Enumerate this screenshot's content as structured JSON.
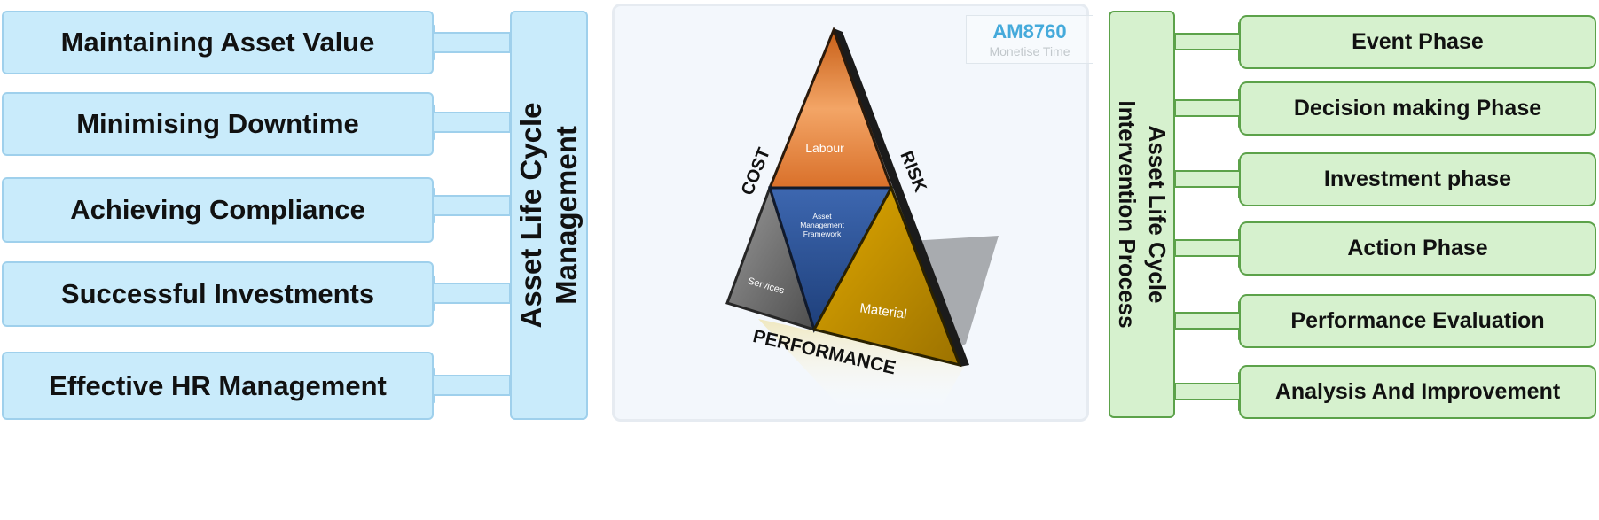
{
  "left_head": {
    "line1": "Asset Life Cycle",
    "line2": "Management"
  },
  "left_items": [
    "Maintaining Asset Value",
    "Minimising Downtime",
    "Achieving Compliance",
    "Successful Investments",
    "Effective HR Management"
  ],
  "right_head": {
    "line1": "Asset Life Cycle",
    "line2": "Intervention Process"
  },
  "right_items": [
    "Event Phase",
    "Decision making Phase",
    "Investment phase",
    "Action Phase",
    "Performance Evaluation",
    "Analysis And Improvement"
  ],
  "logo": {
    "title": "AM8760",
    "subtitle": "Monetise Time"
  },
  "pyramid": {
    "side_cost": "COST",
    "side_risk": "RISK",
    "side_performance": "PERFORMANCE",
    "labour": "Labour",
    "services": "Services",
    "material": "Material",
    "center_line1": "Asset",
    "center_line2": "Management",
    "center_line3": "Framework"
  },
  "colors": {
    "left_fill": "#c9ebfb",
    "left_border": "#9fd0ec",
    "right_fill": "#d6f1ce",
    "right_border": "#5ca24a",
    "labour": "#e88a3c",
    "services": "#7a7a7a",
    "framework": "#2f5597",
    "material": "#c79400",
    "logo_text": "#45aadb"
  }
}
